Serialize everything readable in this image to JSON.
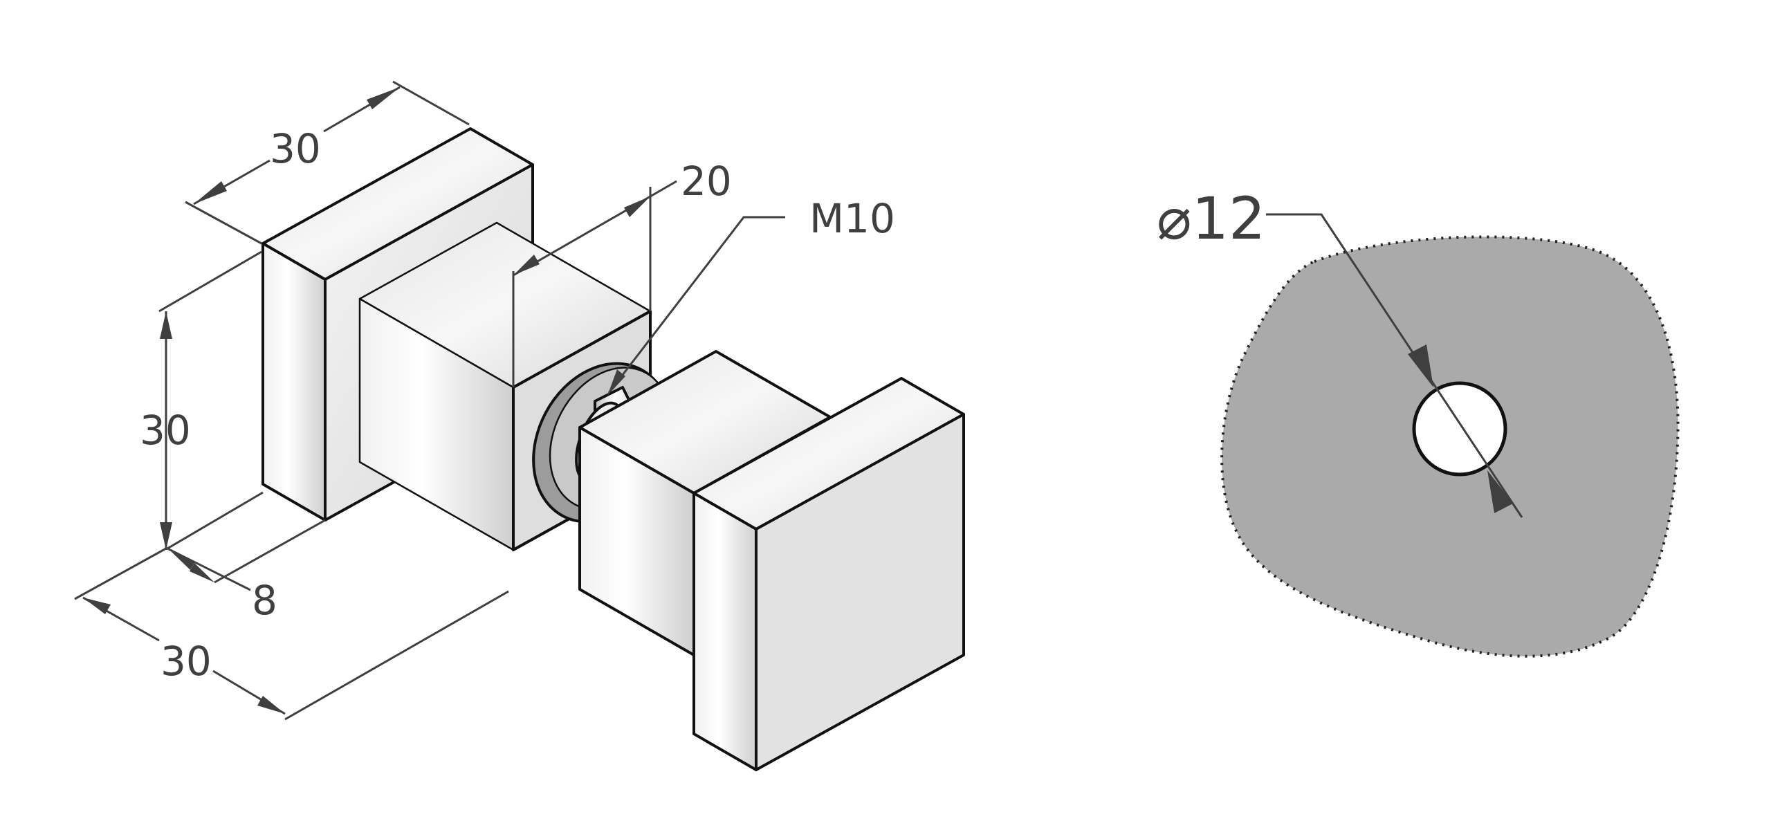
{
  "dimensions": {
    "top_width": "30",
    "height": "30",
    "depth": "30",
    "flange_thickness": "8",
    "shaft_length": "20",
    "thread": "M10",
    "hole_diameter": "⌀12"
  },
  "colors": {
    "line": "#3f3f3f",
    "outline": "#111111",
    "face_light": "#e6e6e6",
    "face_mid": "#d4d4d4",
    "face_dark": "#c2c2c2",
    "panel": "#aaaaaa",
    "background": "#ffffff"
  }
}
